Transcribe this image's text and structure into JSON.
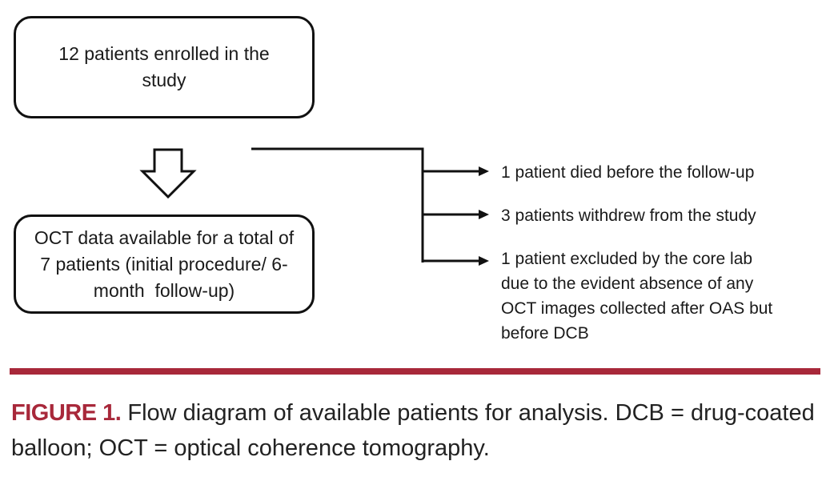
{
  "diagram": {
    "enrolled_box": {
      "lines": [
        "12 patients enrolled in the",
        "study"
      ]
    },
    "analysis_box": {
      "lines": [
        "OCT data available for a total of",
        "7 patients (initial procedure/ 6-",
        "month  follow-up)"
      ]
    },
    "exclusions": [
      {
        "lines": [
          "1 patient died before the follow-up"
        ]
      },
      {
        "lines": [
          "3 patients withdrew from the study"
        ]
      },
      {
        "lines": [
          "1 patient excluded by the core lab",
          "due to the evident absence of any",
          "OCT images collected after OAS but",
          "before DCB"
        ]
      }
    ]
  },
  "caption": {
    "label": "FIGURE 1.",
    "text": " Flow diagram of available patients for analysis. DCB = drug-coated balloon; OCT = optical coherence tomography."
  },
  "colors": {
    "accent": "#a8283a",
    "stroke": "#111111"
  }
}
